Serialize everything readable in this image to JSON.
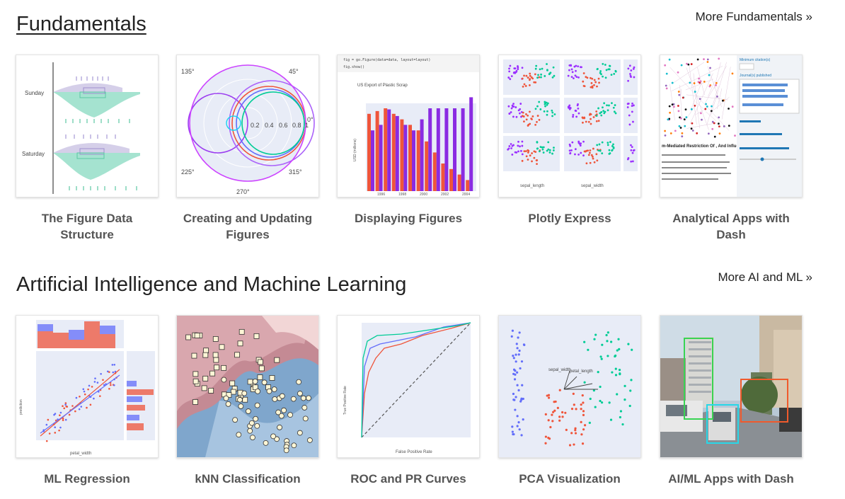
{
  "sections": [
    {
      "title": "Fundamentals",
      "more_label": "More Fundamentals »",
      "cards": [
        {
          "label": "The Figure Data Structure",
          "thumb": {
            "row_top": "Sunday",
            "row_bottom": "Saturday"
          }
        },
        {
          "label": "Creating and Updating Figures",
          "thumb": {
            "angles": [
              "135°",
              "45°",
              "0°",
              "225°",
              "315°",
              "270°"
            ],
            "radial": [
              "0.2",
              "0.4",
              "0.6",
              "0.8",
              "1"
            ]
          }
        },
        {
          "label": "Displaying Figures",
          "thumb": {
            "code1": "fig = go.Figure(data=data, layout=layout)",
            "code2": "fig.show()",
            "chart_title": "US Export of Plastic Scrap",
            "ylabel": "USD (millions)",
            "xticks": [
              "1996",
              "1998",
              "2000",
              "2002",
              "2004"
            ]
          }
        },
        {
          "label": "Plotly Express",
          "thumb": {
            "xlabel1": "sepal_length",
            "xlabel2": "sepal_width"
          }
        },
        {
          "label": "Analytical Apps with Dash",
          "thumb": {
            "panel_title": "Minimum citation(s)",
            "panel_sub": "Journal(s) published",
            "paper_title": "m-Mediated Restriction Of , And Influenza A Virus"
          }
        }
      ]
    },
    {
      "title": "Artificial Intelligence and Machine Learning",
      "more_label": "More AI and ML »",
      "cards": [
        {
          "label": "ML Regression",
          "thumb": {
            "xlabel": "petal_width",
            "ylabel": "prediction"
          }
        },
        {
          "label": "kNN Classification",
          "thumb": {}
        },
        {
          "label": "ROC and PR Curves",
          "thumb": {
            "xlabel": "False Positive Rate",
            "ylabel": "True Positive Rate"
          }
        },
        {
          "label": "PCA Visualization",
          "thumb": {
            "vec1": "sepal_width",
            "vec2": "petal_length"
          }
        },
        {
          "label": "AI/ML Apps with Dash",
          "thumb": {}
        }
      ]
    }
  ]
}
